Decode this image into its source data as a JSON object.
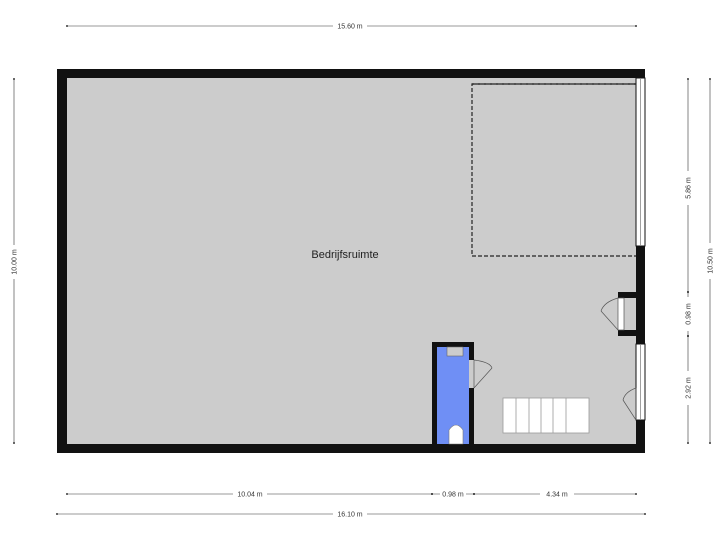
{
  "room": {
    "label": "Bedrijfsruimte"
  },
  "dimensions": {
    "top_width": "15.60 m",
    "bottom_segments": [
      "10.04 m",
      "0.98 m",
      "4.34 m"
    ],
    "bottom_total": "16.10 m",
    "left_height": "10.00 m",
    "right_total": "10.50 m",
    "right_segments": [
      "5.86 m",
      "0.98 m",
      "2.92 m"
    ]
  },
  "colors": {
    "wall": "#111111",
    "floor": "#cccccc",
    "toilet_room": "#6f8ff5",
    "dim_line": "#333333"
  }
}
